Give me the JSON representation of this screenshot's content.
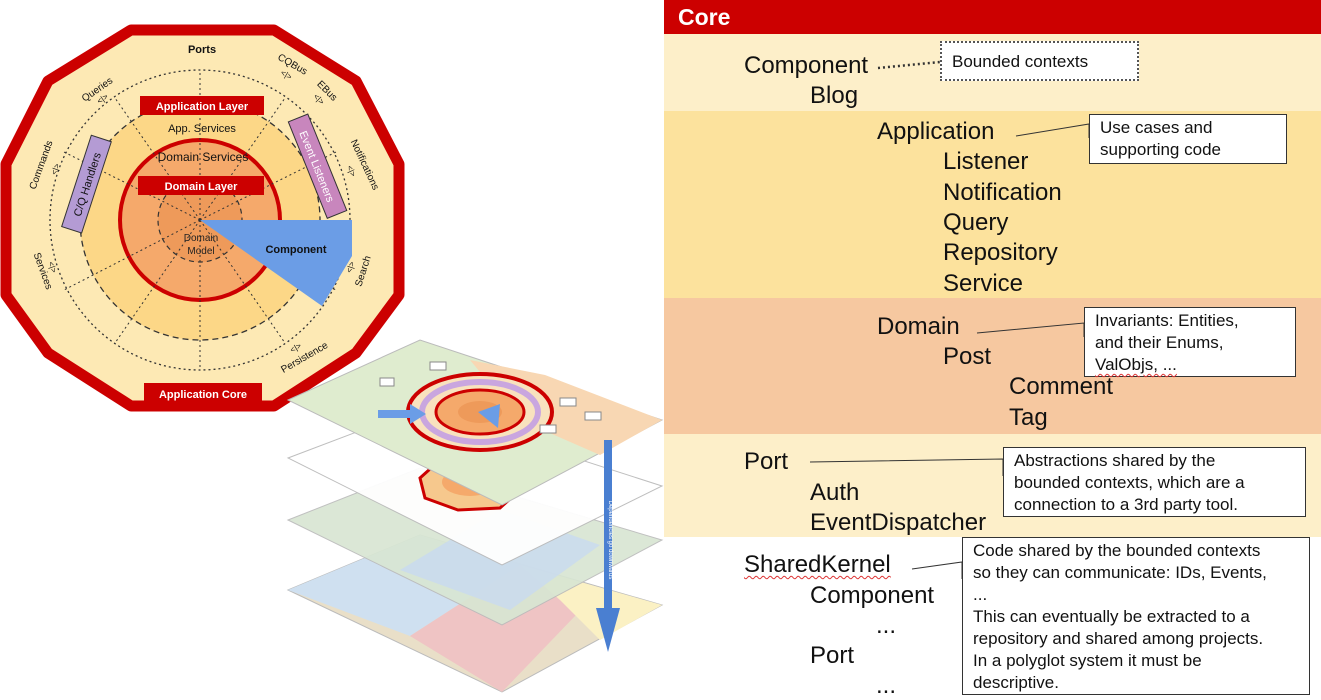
{
  "diagram": {
    "ports_label": "Ports",
    "queries_label": "Queries",
    "cqbus_label": "CQBus",
    "ebus_label": "EBus",
    "notifications_label": "Notifications",
    "commands_label": "Commands",
    "search_label": "Search",
    "services_label": "Services",
    "persistence_label": "Persistence",
    "application_layer_label": "Application Layer",
    "app_services_label": "App. Services",
    "domain_services_label": "Domain Services",
    "domain_layer_label": "Domain Layer",
    "domain_model_line1": "Domain",
    "domain_model_line2": "Model",
    "component_label": "Component",
    "cq_handlers_label": "C/Q Handlers",
    "event_listeners_label": "Event Listeners",
    "application_core_label": "Application Core",
    "arrow_label": "Dependencies go downwards",
    "adapter_glyph": "<|>",
    "colors": {
      "red": "#cc0000",
      "outer_fill": "#fde9b4",
      "mid_fill": "#fcd787",
      "inner_fill": "#f5a96b",
      "component_blue": "#6b9de6",
      "handler_purple": "#b49bd4",
      "arrow_blue": "#4a7fd1"
    }
  },
  "panel": {
    "header": "Core",
    "colors": {
      "header": "#cc0000",
      "band1": "#fdefc9",
      "band2": "#fce29d",
      "band3": "#f6c8a0",
      "band4": "#fdefc9"
    },
    "tree": {
      "component": "Component",
      "blog": "Blog",
      "application": "Application",
      "listener": "Listener",
      "notification": "Notification",
      "query": "Query",
      "repository": "Repository",
      "service": "Service",
      "domain": "Domain",
      "post": "Post",
      "comment": "Comment",
      "tag": "Tag",
      "port": "Port",
      "auth": "Auth",
      "event_dispatcher": "EventDispatcher",
      "shared_kernel": "SharedKernel",
      "sk_component": "Component",
      "ellipsis1": "...",
      "sk_port": "Port",
      "ellipsis2": "..."
    },
    "notes": {
      "bounded_contexts": "Bounded contexts",
      "use_cases": [
        "Use cases and",
        "supporting code"
      ],
      "invariants": [
        "Invariants: Entities,",
        "and their Enums,",
        "ValObjs, ..."
      ],
      "abstractions": [
        "Abstractions shared by the",
        "bounded contexts, which are a",
        "connection to a 3rd party tool."
      ],
      "shared": [
        "Code shared by the bounded contexts",
        "so they can communicate: IDs, Events,",
        "...",
        "This can eventually be extracted to a",
        "repository and shared among projects.",
        "In a polyglot system it must be",
        "descriptive."
      ]
    }
  }
}
